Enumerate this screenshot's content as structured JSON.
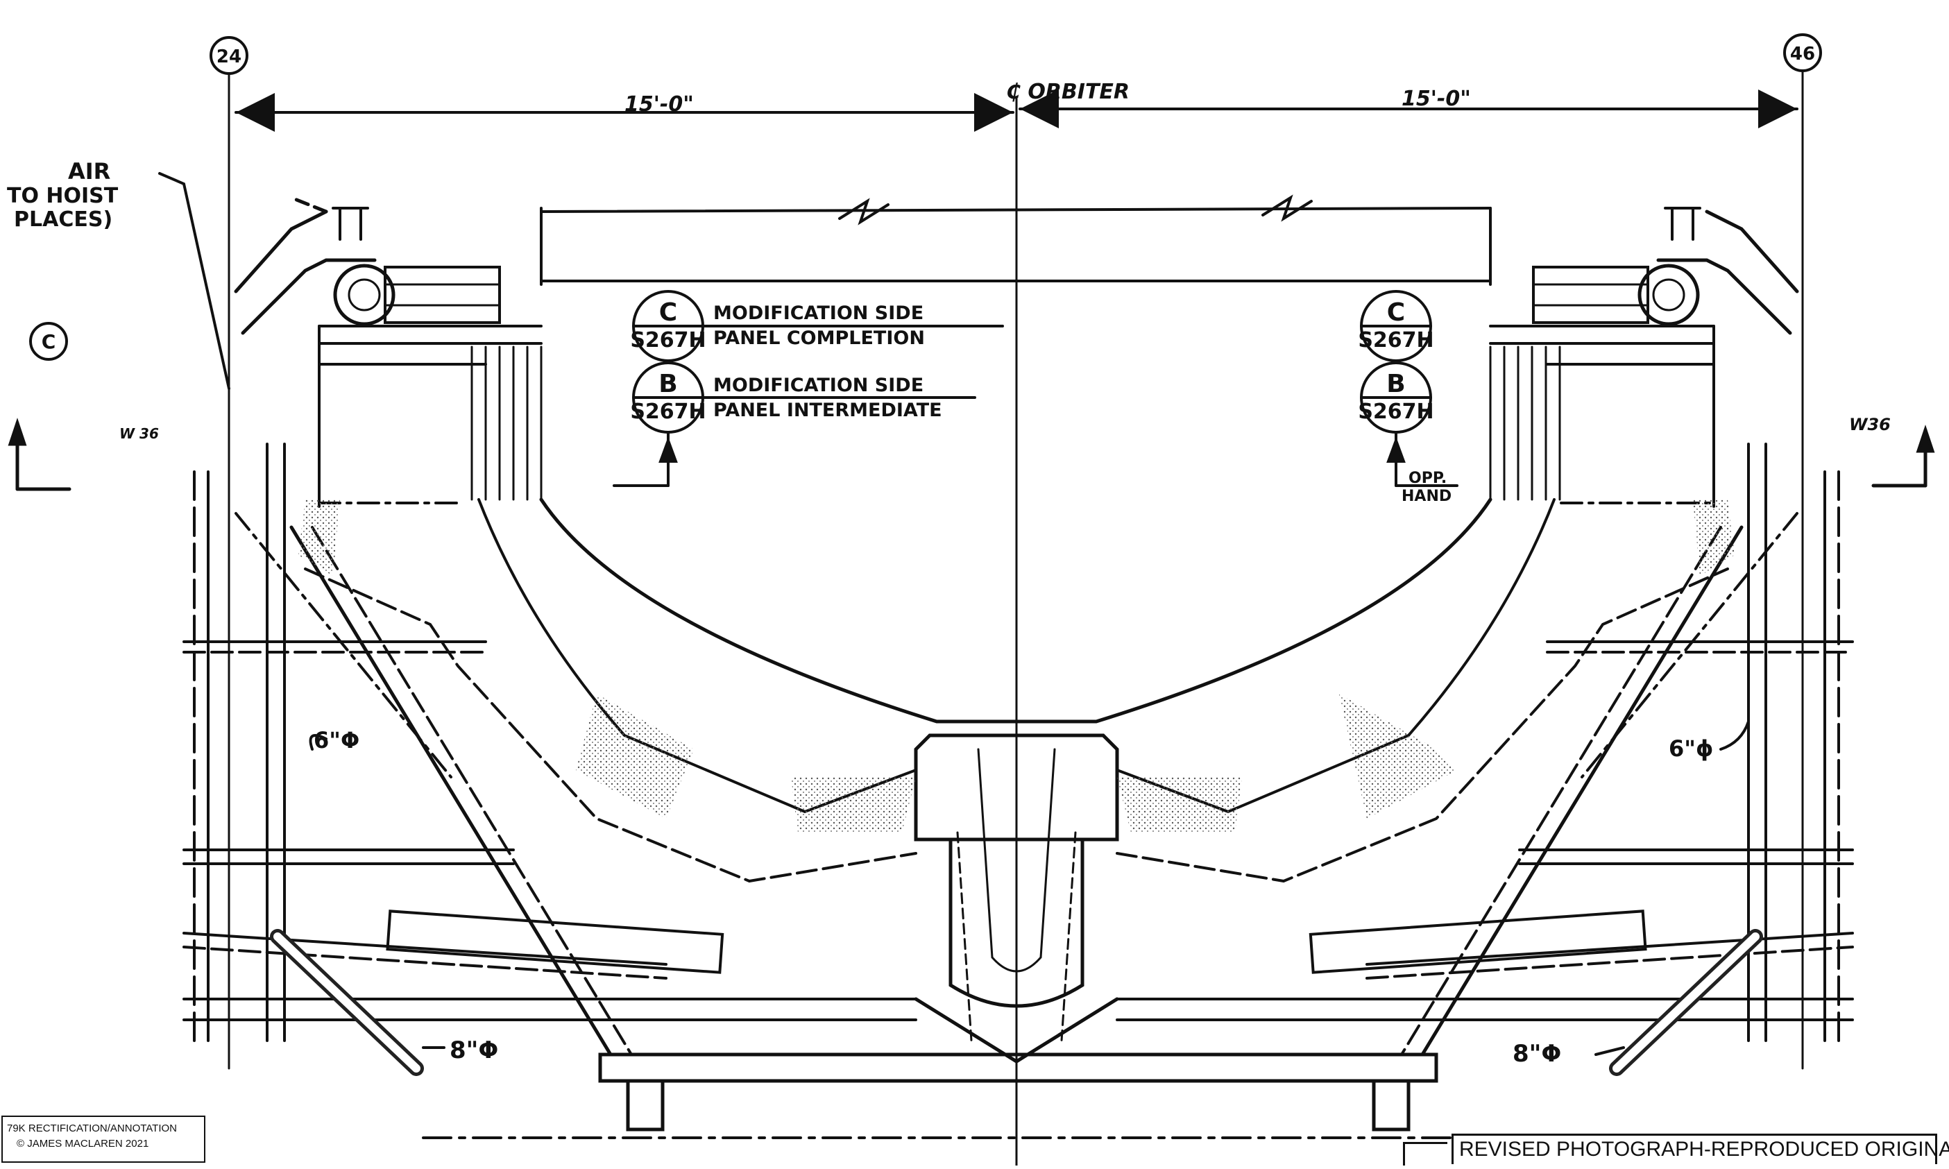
{
  "dimension": {
    "left": "15'-0\"",
    "right": "15'-0\""
  },
  "centerline": {
    "label": "₵ ORBITER"
  },
  "gridlines": {
    "left": "24",
    "right": "46"
  },
  "air_note": {
    "line1": "AIR",
    "line2": "TO HOIST",
    "line3": "PLACES)"
  },
  "section_marker": {
    "label": "C"
  },
  "callouts_left": [
    {
      "letter": "C",
      "ref": "S267H",
      "line1": "MODIFICATION SIDE",
      "line2": "PANEL COMPLETION"
    },
    {
      "letter": "B",
      "ref": "S267H",
      "line1": "MODIFICATION SIDE",
      "line2": "PANEL INTERMEDIATE"
    }
  ],
  "callouts_right": [
    {
      "letter": "C",
      "ref": "S267H"
    },
    {
      "letter": "B",
      "ref": "S267H"
    }
  ],
  "opp_hand": {
    "line1": "OPP.",
    "line2": "HAND"
  },
  "pipe_labels": {
    "left_small": "6\"Φ",
    "right_small": "6\"ϕ",
    "left_large": "8\"Φ",
    "right_large": "8\"Φ"
  },
  "beam_labels": {
    "left": "W 36",
    "right": "W36"
  },
  "credit": {
    "line1": "79K RECTIFICATION/ANNOTATION",
    "line2": "© JAMES MACLAREN 2021"
  },
  "stamp": {
    "text": "REVISED PHOTOGRAPH-REPRODUCED ORIGINAL"
  }
}
